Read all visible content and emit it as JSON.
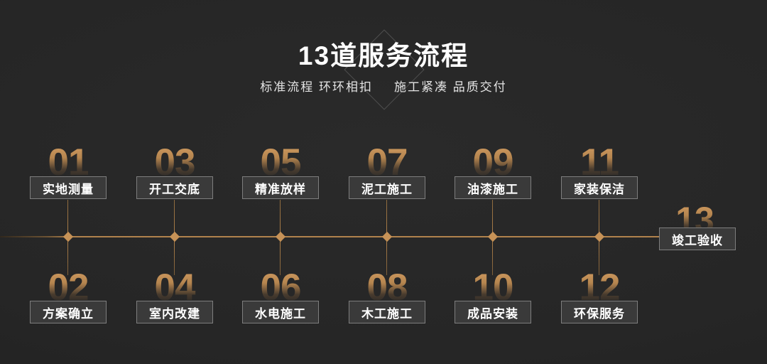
{
  "header": {
    "title": "13道服务流程",
    "subtitle_left": "标准流程 环环相扣",
    "subtitle_right": "施工紧凑 品质交付"
  },
  "steps": [
    {
      "num": "01",
      "label": "实地测量"
    },
    {
      "num": "02",
      "label": "方案确立"
    },
    {
      "num": "03",
      "label": "开工交底"
    },
    {
      "num": "04",
      "label": "室内改建"
    },
    {
      "num": "05",
      "label": "精准放样"
    },
    {
      "num": "06",
      "label": "水电施工"
    },
    {
      "num": "07",
      "label": "泥工施工"
    },
    {
      "num": "08",
      "label": "木工施工"
    },
    {
      "num": "09",
      "label": "油漆施工"
    },
    {
      "num": "10",
      "label": "成品安装"
    },
    {
      "num": "11",
      "label": "家装保洁"
    },
    {
      "num": "12",
      "label": "环保服务"
    },
    {
      "num": "13",
      "label": "竣工验收"
    }
  ],
  "colors": {
    "background": "#262626",
    "timeline_gold": "#b0824c",
    "node_gold": "#c69257",
    "number_gold_top": "#d39d62",
    "box_background": "#3a3a3a",
    "box_border": "#7e7e7e",
    "title_text": "#ffffff",
    "diamond_outline": "#4e4e4e"
  }
}
